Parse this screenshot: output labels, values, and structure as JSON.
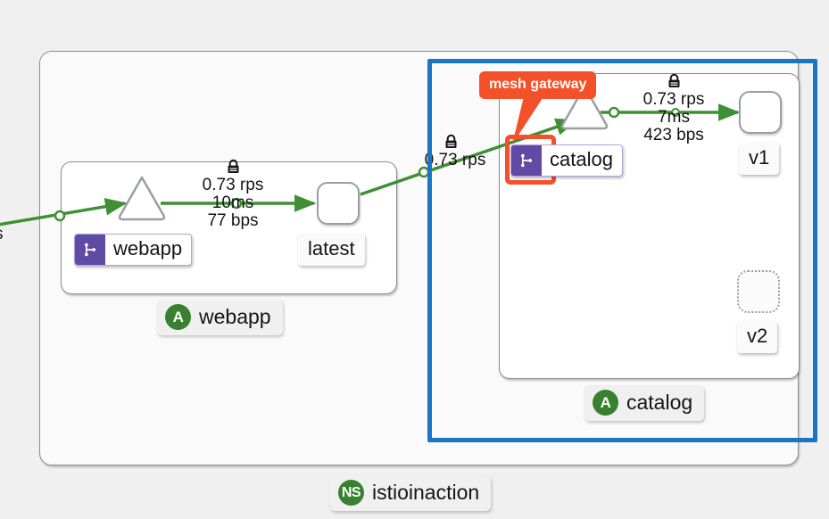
{
  "graph": {
    "namespace": {
      "badge": "NS",
      "label": "istioinaction"
    },
    "apps": [
      {
        "id": "webapp",
        "badge": "A",
        "label": "webapp",
        "service_label": "webapp",
        "service_has_gateway_badge": true,
        "workloads": [
          {
            "id": "latest",
            "label": "latest",
            "state": "active"
          }
        ]
      },
      {
        "id": "catalog",
        "badge": "A",
        "label": "catalog",
        "service_label": "catalog",
        "service_has_gateway_badge": true,
        "workloads": [
          {
            "id": "v1",
            "label": "v1",
            "state": "active"
          },
          {
            "id": "v2",
            "label": "v2",
            "state": "idle"
          }
        ]
      }
    ],
    "edges": [
      {
        "id": "ingress-to-webapp",
        "from": "ingress",
        "to": "webapp-service",
        "clipped_label": "s",
        "mtls": false
      },
      {
        "id": "webapp-svc-to-latest",
        "from": "webapp-service",
        "to": "latest",
        "mtls": true,
        "rps": "0.73 rps",
        "latency": "10ms",
        "throughput": "77 bps"
      },
      {
        "id": "latest-to-catalog-svc",
        "from": "latest",
        "to": "catalog-service",
        "mtls": true,
        "rps": "0.73 rps"
      },
      {
        "id": "catalog-svc-to-v1",
        "from": "catalog-service",
        "to": "v1",
        "mtls": true,
        "rps": "0.73 rps",
        "latency": "7ms",
        "throughput": "423 bps"
      }
    ],
    "annotations": [
      {
        "id": "mesh-gateway-callout",
        "text": "mesh gateway",
        "color": "#f4502a",
        "points_at": "catalog-gateway-badge"
      },
      {
        "id": "catalog-app-highlight",
        "shape": "rectangle",
        "color": "#1a76c4"
      },
      {
        "id": "gateway-badge-highlight",
        "shape": "rectangle",
        "color": "#f4502a"
      }
    ],
    "colors": {
      "edge": "#3f8f35",
      "gateway_badge": "#5f4ba5",
      "health_ok": "#38812f",
      "annotation_blue": "#1a76c4",
      "annotation_orange": "#f4502a",
      "node_border": "#9a9ea2",
      "canvas": "#f0f0f0"
    },
    "icons": {
      "mtls_lock": "lock-icon",
      "gateway": "gateway-icon",
      "app": "app-badge-icon",
      "namespace": "namespace-badge-icon"
    }
  }
}
